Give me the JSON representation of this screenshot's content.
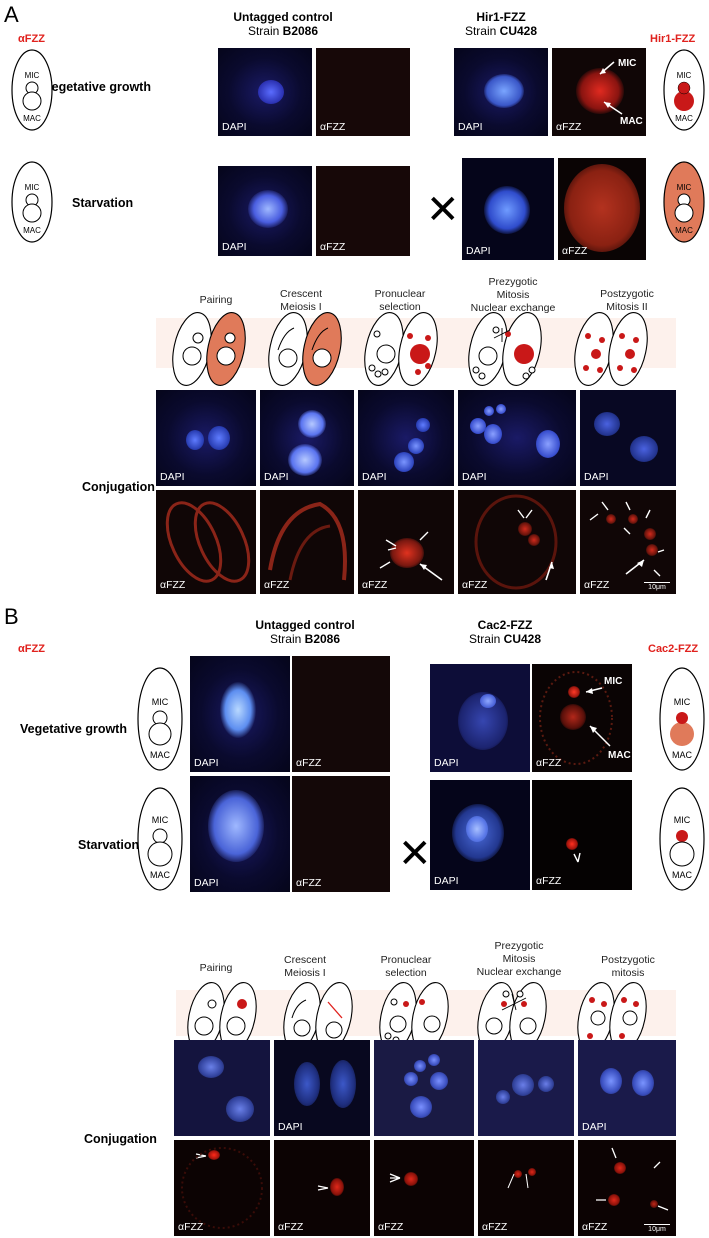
{
  "panel_a": {
    "letter": "A",
    "antibody_label": "αFZZ",
    "control_header": {
      "title": "Untagged control",
      "strain_prefix": "Strain ",
      "strain": "B2086"
    },
    "tagged_header": {
      "title": "Hir1-FZZ",
      "strain_prefix": "Strain ",
      "strain": "CU428"
    },
    "tagged_label": "Hir1-FZZ",
    "rows": {
      "vegetative": "Vegetative growth",
      "starvation": "Starvation",
      "conjugation": "Conjugation"
    },
    "stages": [
      {
        "line1": "Pairing",
        "line2": "",
        "line3": ""
      },
      {
        "line1": "Crescent",
        "line2": "Meiosis I",
        "line3": ""
      },
      {
        "line1": "Pronuclear",
        "line2": "selection",
        "line3": ""
      },
      {
        "line1": "Prezygotic",
        "line2": "Mitosis",
        "line3": "Nuclear exchange"
      },
      {
        "line1": "Postzygotic",
        "line2": "Mitosis II",
        "line3": ""
      }
    ],
    "annotations": {
      "mic": "MIC",
      "mac": "MAC"
    },
    "scale_bar": "10μm"
  },
  "panel_b": {
    "letter": "B",
    "antibody_label": "αFZZ",
    "control_header": {
      "title": "Untagged control",
      "strain_prefix": "Strain ",
      "strain": "B2086"
    },
    "tagged_header": {
      "title": "Cac2-FZZ",
      "strain_prefix": "Strain ",
      "strain": "CU428"
    },
    "tagged_label": "Cac2-FZZ",
    "rows": {
      "vegetative": "Vegetative growth",
      "starvation": "Starvation",
      "conjugation": "Conjugation"
    },
    "stages": [
      {
        "line1": "Pairing",
        "line2": "",
        "line3": ""
      },
      {
        "line1": "Crescent",
        "line2": "Meiosis I",
        "line3": ""
      },
      {
        "line1": "Pronuclear",
        "line2": "selection",
        "line3": ""
      },
      {
        "line1": "Prezygotic",
        "line2": "Mitosis",
        "line3": "Nuclear exchange"
      },
      {
        "line1": "Postzygotic",
        "line2": "mitosis",
        "line3": ""
      }
    ],
    "annotations": {
      "mic": "MIC",
      "mac": "MAC"
    },
    "scale_bar": "10μm"
  },
  "cell_labels": {
    "mic": "MIC",
    "mac": "MAC"
  },
  "image_labels": {
    "dapi": "DAPI",
    "fzz": "αFZZ"
  },
  "cross_symbol": "✕",
  "colors": {
    "red_label": "#e0211d",
    "cytoplasm_signal": "#e07a5a",
    "nuclear_signal": "#c91818",
    "dapi_blue": "#4d6bff",
    "fzz_red": "#d8231b"
  }
}
